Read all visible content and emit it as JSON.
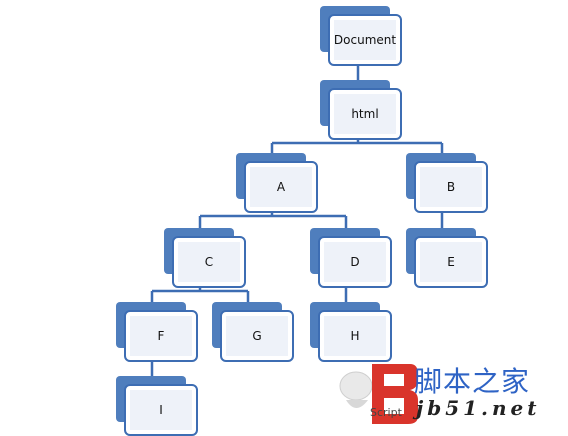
{
  "nodes": {
    "document": "Document",
    "html": "html",
    "a": "A",
    "b": "B",
    "c": "C",
    "d": "D",
    "e": "E",
    "f": "F",
    "g": "G",
    "h": "H",
    "i": "I"
  },
  "colors": {
    "node_back": "#4f7ebd",
    "node_border": "#3d6db3",
    "node_fill": "#eef2f9",
    "connector": "#3d6db3"
  },
  "watermark": {
    "small": "Script",
    "cn": "脚本之家",
    "url": "jb51.net"
  }
}
